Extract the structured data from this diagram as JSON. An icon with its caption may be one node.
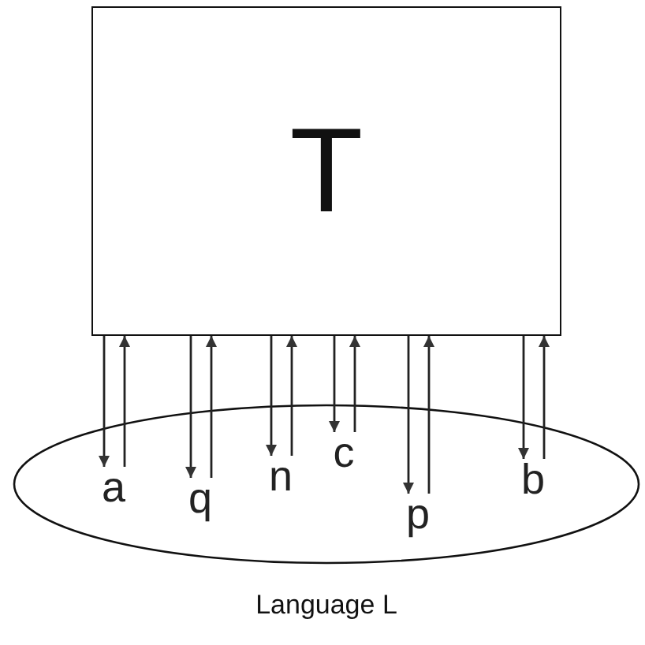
{
  "diagram": {
    "nodes": [
      {
        "text": [
          "T"
        ]
      },
      {
        "text": [
          "Language L"
        ]
      },
      {
        "text": [
          "a"
        ],
        "in": 1
      },
      {
        "text": [
          "q"
        ],
        "in": 1
      },
      {
        "text": [
          "n"
        ],
        "in": 1
      },
      {
        "text": [
          "c"
        ],
        "in": 1
      },
      {
        "text": [
          "p"
        ],
        "in": 1
      },
      {
        "text": [
          "b"
        ],
        "in": 1
      }
    ],
    "edges": [
      {
        "from": 0,
        "to": 2,
        "arrow": "to"
      },
      {
        "from": 2,
        "to": 0,
        "arrow": "to"
      },
      {
        "from": 0,
        "to": 3,
        "arrow": "to"
      },
      {
        "from": 3,
        "to": 0,
        "arrow": "to"
      },
      {
        "from": 0,
        "to": 4,
        "arrow": "to"
      },
      {
        "from": 4,
        "to": 0,
        "arrow": "to"
      },
      {
        "from": 0,
        "to": 5,
        "arrow": "to"
      },
      {
        "from": 5,
        "to": 0,
        "arrow": "to"
      },
      {
        "from": 0,
        "to": 6,
        "arrow": "to"
      },
      {
        "from": 6,
        "to": 0,
        "arrow": "to"
      },
      {
        "from": 0,
        "to": 7,
        "arrow": "to"
      },
      {
        "from": 7,
        "to": 0,
        "arrow": "to"
      }
    ]
  }
}
